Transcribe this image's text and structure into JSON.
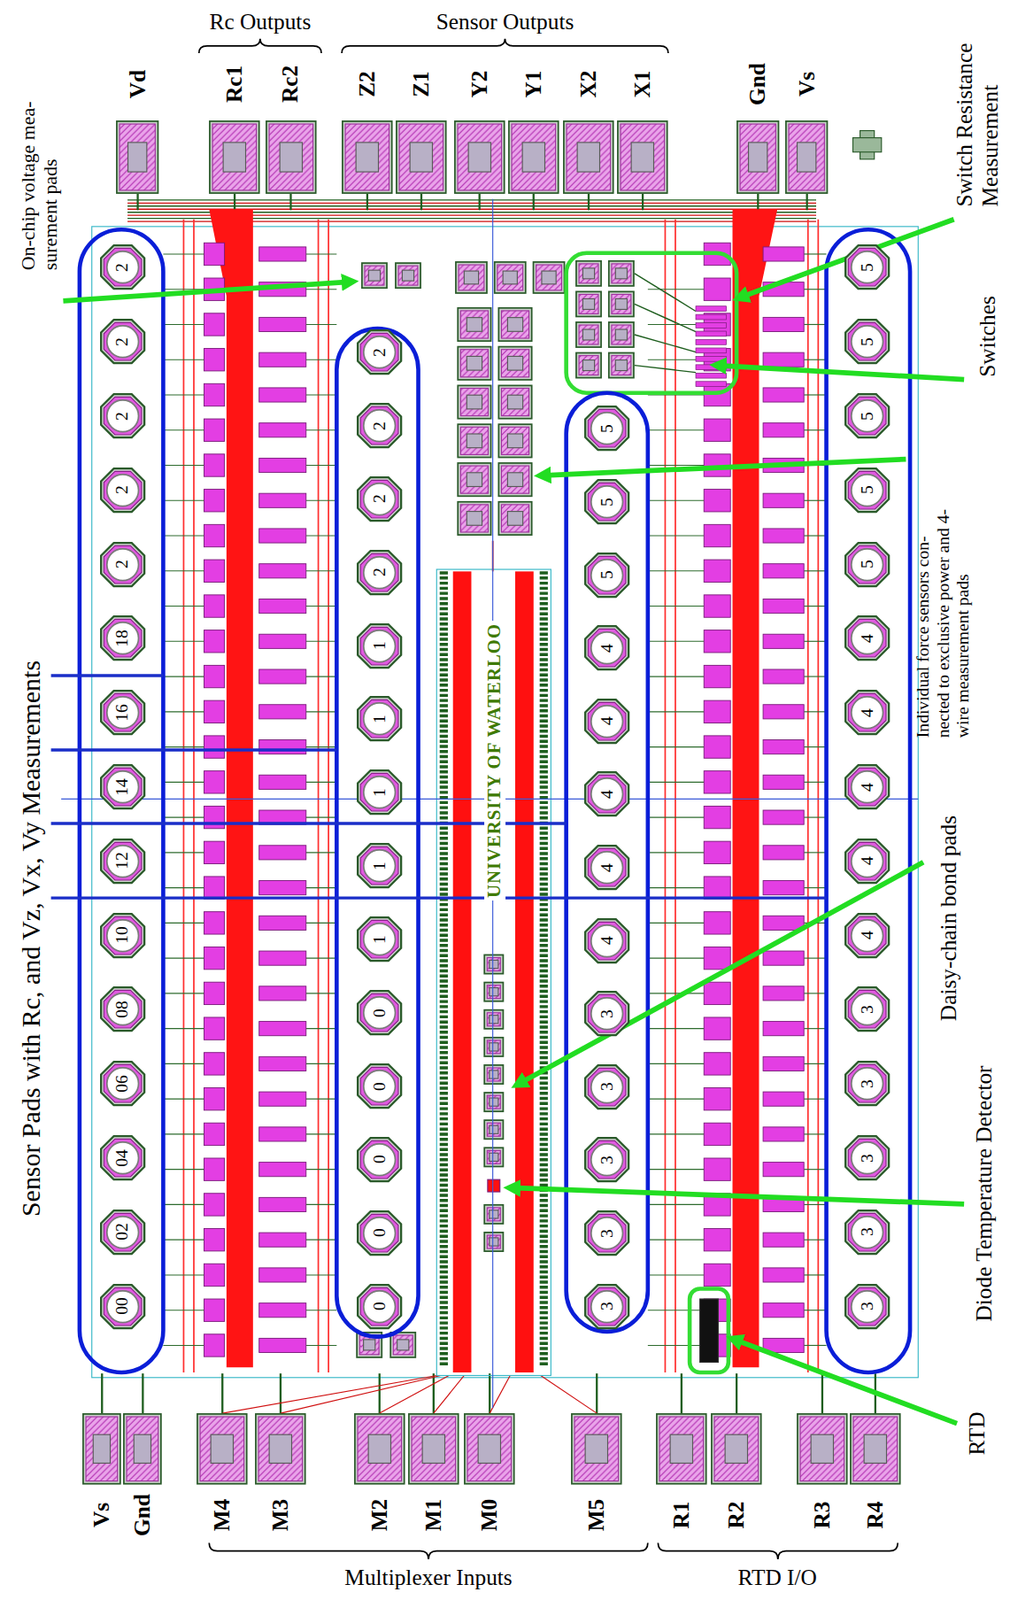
{
  "diagram": {
    "nodes": [
      {
        "text": [
          "Vd"
        ]
      },
      {
        "text": [
          "Rc1"
        ]
      },
      {
        "text": [
          "Rc2"
        ]
      },
      {
        "text": [
          "Z2"
        ]
      },
      {
        "text": [
          "Z1"
        ]
      },
      {
        "text": [
          "Y2"
        ]
      },
      {
        "text": [
          "Y1"
        ]
      },
      {
        "text": [
          "X2"
        ]
      },
      {
        "text": [
          "X1"
        ]
      },
      {
        "text": [
          "Gnd"
        ]
      },
      {
        "text": [
          "Vs"
        ]
      },
      {
        "text": [
          "2"
        ]
      },
      {
        "text": [
          "2"
        ]
      },
      {
        "text": [
          "2"
        ]
      },
      {
        "text": [
          "2"
        ]
      },
      {
        "text": [
          "2"
        ]
      },
      {
        "text": [
          "18"
        ]
      },
      {
        "text": [
          "16"
        ]
      },
      {
        "text": [
          "14"
        ]
      },
      {
        "text": [
          "12"
        ]
      },
      {
        "text": [
          "10"
        ]
      },
      {
        "text": [
          "08"
        ]
      },
      {
        "text": [
          "06"
        ]
      },
      {
        "text": [
          "04"
        ]
      },
      {
        "text": [
          "02"
        ]
      },
      {
        "text": [
          "00"
        ]
      },
      {
        "text": [
          "2"
        ]
      },
      {
        "text": [
          "2"
        ]
      },
      {
        "text": [
          "2"
        ]
      },
      {
        "text": [
          "2"
        ]
      },
      {
        "text": [
          "1"
        ]
      },
      {
        "text": [
          "1"
        ]
      },
      {
        "text": [
          "1"
        ]
      },
      {
        "text": [
          "1"
        ]
      },
      {
        "text": [
          "1"
        ]
      },
      {
        "text": [
          "0"
        ]
      },
      {
        "text": [
          "0"
        ]
      },
      {
        "text": [
          "0"
        ]
      },
      {
        "text": [
          "0"
        ]
      },
      {
        "text": [
          "0"
        ]
      },
      {
        "text": [
          "5"
        ]
      },
      {
        "text": [
          "5"
        ]
      },
      {
        "text": [
          "5"
        ]
      },
      {
        "text": [
          "4"
        ]
      },
      {
        "text": [
          "4"
        ]
      },
      {
        "text": [
          "4"
        ]
      },
      {
        "text": [
          "4"
        ]
      },
      {
        "text": [
          "4"
        ]
      },
      {
        "text": [
          "3"
        ]
      },
      {
        "text": [
          "3"
        ]
      },
      {
        "text": [
          "3"
        ]
      },
      {
        "text": [
          "3"
        ]
      },
      {
        "text": [
          "3"
        ]
      },
      {
        "text": [
          "5"
        ]
      },
      {
        "text": [
          "5"
        ]
      },
      {
        "text": [
          "5"
        ]
      },
      {
        "text": [
          "5"
        ]
      },
      {
        "text": [
          "5"
        ]
      },
      {
        "text": [
          "4"
        ]
      },
      {
        "text": [
          "4"
        ]
      },
      {
        "text": [
          "4"
        ]
      },
      {
        "text": [
          "4"
        ]
      },
      {
        "text": [
          "4"
        ]
      },
      {
        "text": [
          "3"
        ]
      },
      {
        "text": [
          "3"
        ]
      },
      {
        "text": [
          "3"
        ]
      },
      {
        "text": [
          "3"
        ]
      },
      {
        "text": [
          "3"
        ]
      },
      {
        "text": [
          "Vs"
        ]
      },
      {
        "text": [
          "Gnd"
        ]
      },
      {
        "text": [
          "M4"
        ]
      },
      {
        "text": [
          "M3"
        ]
      },
      {
        "text": [
          "M2"
        ]
      },
      {
        "text": [
          "M1"
        ]
      },
      {
        "text": [
          "M0"
        ]
      },
      {
        "text": [
          "M5"
        ]
      },
      {
        "text": [
          "R1"
        ]
      },
      {
        "text": [
          "R2"
        ]
      },
      {
        "text": [
          "R3"
        ]
      },
      {
        "text": [
          "R4"
        ]
      }
    ],
    "labels": [
      "Rc Outputs",
      "Sensor Outputs",
      "On-chip voltage mea- surement pads",
      "Switch Resistance Measurement",
      "Switches",
      "Sensor Pads with Rc, and Vz, Vx, Vy Measurements",
      "Individual force sensors con- nected to exclusive power and 4-wire measurement pads",
      "Daisy-chain bond pads",
      "Diode Temperature Detector",
      "RTD",
      "UNIVERSITY OF WATERLOO",
      "Multiplexer Inputs",
      "RTD I/O"
    ]
  }
}
